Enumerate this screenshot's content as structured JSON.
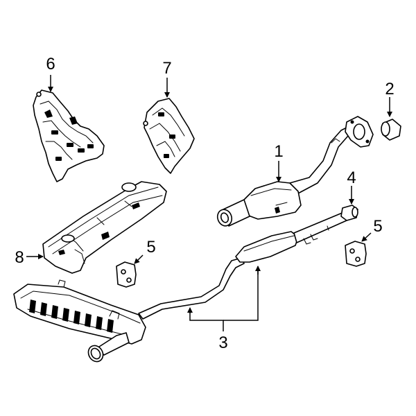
{
  "callouts": [
    {
      "id": "1",
      "label": "1"
    },
    {
      "id": "2",
      "label": "2"
    },
    {
      "id": "3",
      "label": "3"
    },
    {
      "id": "4",
      "label": "4"
    },
    {
      "id": "5a",
      "label": "5"
    },
    {
      "id": "5b",
      "label": "5"
    },
    {
      "id": "6",
      "label": "6"
    },
    {
      "id": "7",
      "label": "7"
    },
    {
      "id": "8",
      "label": "8"
    }
  ],
  "colors": {
    "line": "#000000",
    "background": "#ffffff"
  }
}
